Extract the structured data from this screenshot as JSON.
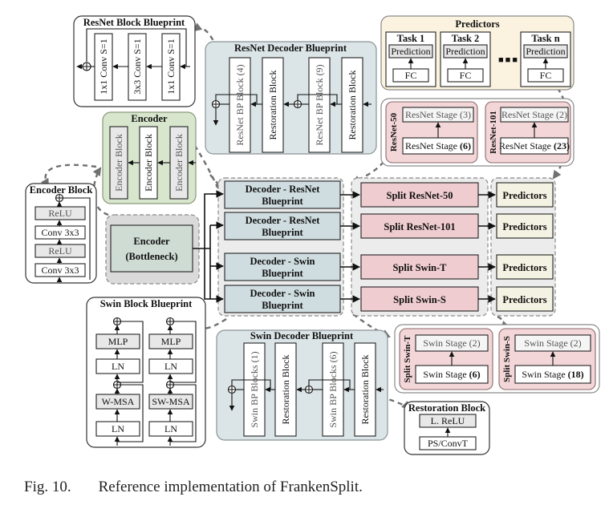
{
  "resnet_block_bp": {
    "title": "ResNet Block Blueprint",
    "convs": [
      "1x1 Conv S=1",
      "3x3 Conv S=1",
      "1x1 Conv S=1"
    ]
  },
  "resnet_decoder_bp": {
    "title": "ResNet Decoder Blueprint",
    "blocks": [
      "ResNet BP Block (4)",
      "Restoration Block",
      "ResNet BP Block (9)",
      "Restoration Block"
    ]
  },
  "predictors": {
    "title": "Predictors",
    "tasks": [
      {
        "label": "Task 1",
        "prediction": "Prediction",
        "fc": "FC"
      },
      {
        "label": "Task 2",
        "prediction": "Prediction",
        "fc": "FC"
      },
      {
        "label": "Task n",
        "prediction": "Prediction",
        "fc": "FC"
      }
    ],
    "ellipsis": "■■■"
  },
  "resnet_stages": [
    {
      "tag": "ResNet-50",
      "top": "ResNet Stage (3)",
      "bottom_prefix": "ResNet Stage ",
      "bottom_num": "(6)"
    },
    {
      "tag": "ResNet-101",
      "top": "ResNet Stage (2)",
      "bottom_prefix": "ResNet Stage ",
      "bottom_num": "(23)"
    }
  ],
  "encoder": {
    "title": "Encoder",
    "blocks": [
      "Encoder Block",
      "Encoder Block",
      "Encoder Block"
    ]
  },
  "encoder_block": {
    "title": "Encoder Block",
    "layers": [
      "ReLU",
      "Conv 3x3",
      "ReLU",
      "Conv 3x3"
    ]
  },
  "bottleneck": {
    "line1": "Encoder",
    "line2": "(Bottleneck)"
  },
  "decoders": [
    {
      "line1": "Decoder - ResNet",
      "line2": "Blueprint"
    },
    {
      "line1": "Decoder - ResNet",
      "line2": "Blueprint"
    },
    {
      "line1": "Decoder - Swin",
      "line2": "Blueprint"
    },
    {
      "line1": "Decoder - Swin",
      "line2": "Blueprint"
    }
  ],
  "splits": [
    "Split ResNet-50",
    "Split ResNet-101",
    "Split Swin-T",
    "Split Swin-S"
  ],
  "predictor_boxes": [
    "Predictors",
    "Predictors",
    "Predictors",
    "Predictors"
  ],
  "swin_block_bp": {
    "title": "Swin Block Blueprint",
    "left": [
      "MLP",
      "LN",
      "W-MSA",
      "LN"
    ],
    "right": [
      "MLP",
      "LN",
      "SW-MSA",
      "LN"
    ]
  },
  "swin_decoder_bp": {
    "title": "Swin Decoder Blueprint",
    "blocks": [
      "Swin BP Blocks (1)",
      "Restoration Block",
      "Swin BP Blocks (6)",
      "Restoration Block"
    ]
  },
  "swin_stages": [
    {
      "tag": "Split Swin-T",
      "top": "Swin Stage (2)",
      "bottom_prefix": "Swin Stage ",
      "bottom_num": "(6)"
    },
    {
      "tag": "Split Swin-S",
      "top": "Swin Stage (2)",
      "bottom_prefix": "Swin Stage ",
      "bottom_num": "(18)"
    }
  ],
  "restoration_block": {
    "title": "Restoration Block",
    "top": "L. ReLU",
    "bottom": "PS/ConvT"
  },
  "caption": {
    "label": "Fig. 10.",
    "text": "Reference implementation of FrankenSplit."
  },
  "colors": {
    "blueprint_bg": "#dbe4e6",
    "encoder_green": "#d7e6cc",
    "predictors_bg": "#fbf3e0",
    "split_pink": "#efcccf",
    "stage_pink": "#f3d6d8",
    "decoder_box": "#cfdde0",
    "bottleneck_box": "#cfdcd4",
    "predictor_box": "#f4f2e2",
    "flow_gray": "#eeeeee"
  }
}
